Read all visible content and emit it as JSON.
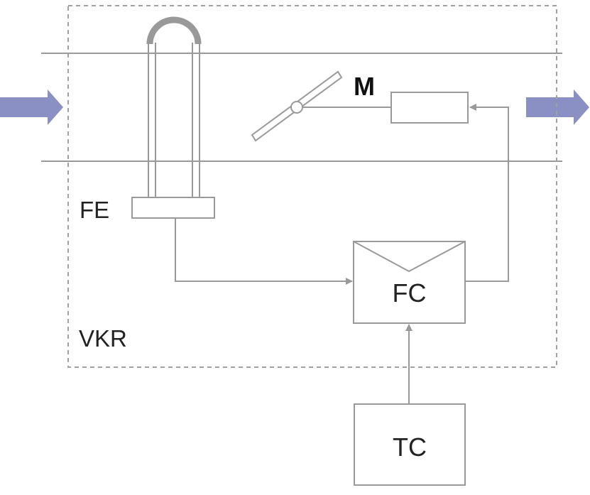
{
  "labels": {
    "fe": "FE",
    "vkr": "VKR",
    "m": "M",
    "fc": "FC",
    "tc": "TC"
  },
  "colors": {
    "line": "#999999",
    "frame": "#a0a0a0",
    "flow_arrow": "#8b90c4",
    "text": "#222222"
  }
}
